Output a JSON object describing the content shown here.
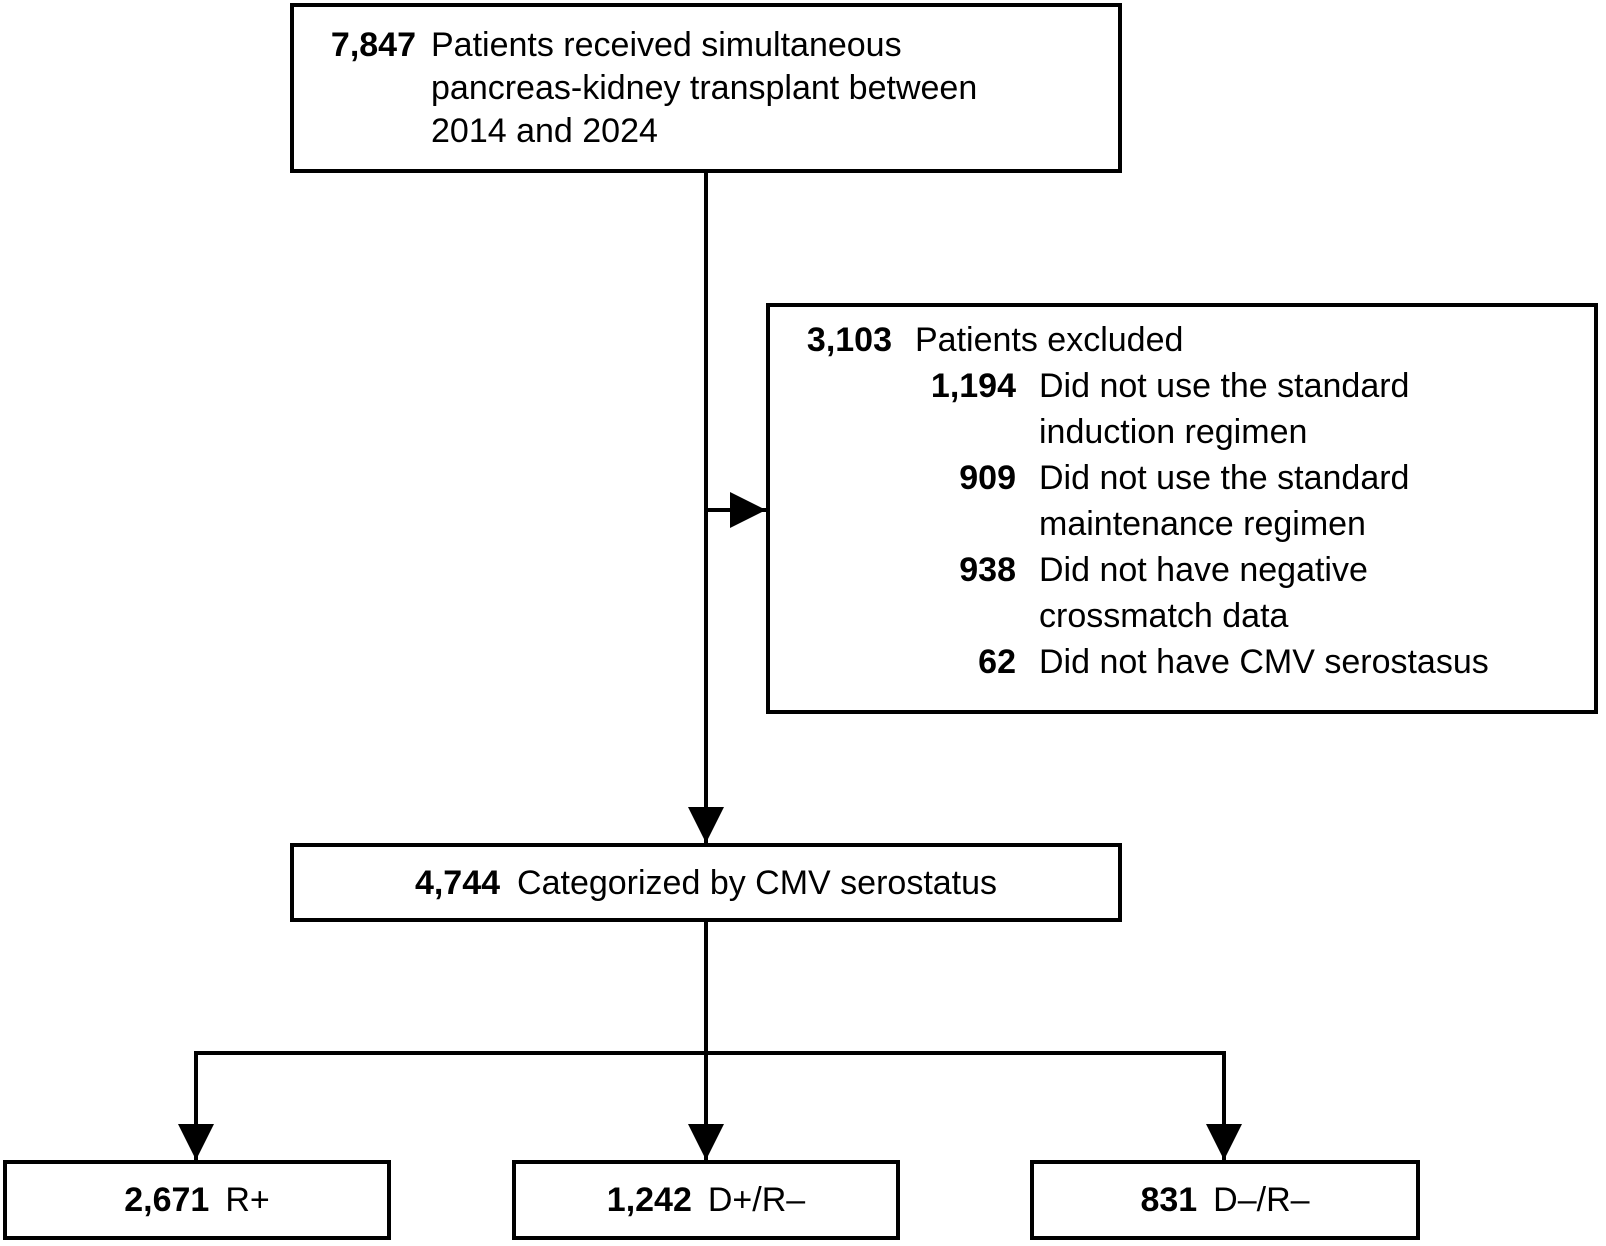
{
  "colors": {
    "line": "#000000",
    "background": "#ffffff",
    "text": "#000000"
  },
  "boxes": {
    "enrolled": {
      "count": "7,847",
      "lines": [
        "Patients received simultaneous",
        "pancreas-kidney transplant between",
        "2014 and 2024"
      ]
    },
    "excluded": {
      "count": "3,103",
      "label": "Patients excluded",
      "reasons": [
        {
          "count": "1,194",
          "lines": [
            "Did not use the standard",
            "induction regimen"
          ]
        },
        {
          "count": "909",
          "lines": [
            "Did not use the standard",
            "maintenance regimen"
          ]
        },
        {
          "count": "938",
          "lines": [
            "Did not have negative",
            "crossmatch data"
          ]
        },
        {
          "count": "62",
          "lines": [
            "Did not have CMV serostasus"
          ]
        }
      ]
    },
    "categorized": {
      "count": "4,744",
      "label": "Categorized by CMV serostatus"
    },
    "groups": [
      {
        "count": "2,671",
        "label": "R+"
      },
      {
        "count": "1,242",
        "label": "D+/R–"
      },
      {
        "count": "831",
        "label": "D–/R–"
      }
    ]
  }
}
